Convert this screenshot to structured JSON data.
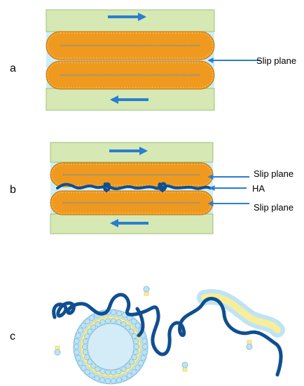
{
  "panels": {
    "a": {
      "letter": "a",
      "slip_label": "Slip plane"
    },
    "b": {
      "letter": "b",
      "slip_top_label": "Slip plane",
      "ha_label": "HA",
      "slip_bottom_label": "Slip plane"
    },
    "c": {
      "letter": "c"
    }
  },
  "colors": {
    "plate": "#d6e8b4",
    "plate_edge": "#9fbf7c",
    "water": "#cdeef6",
    "bilayer": "#ef9a1e",
    "bilayer_edge": "#c27410",
    "chain_line": "#6e8fb2",
    "arrow": "#2a7dd1",
    "polymer": "#0f4f91",
    "head": "#bfe3f5",
    "head_edge": "#86bfe0",
    "tail": "#f6ee9a",
    "vesicle_core": "#d3ecf8"
  }
}
